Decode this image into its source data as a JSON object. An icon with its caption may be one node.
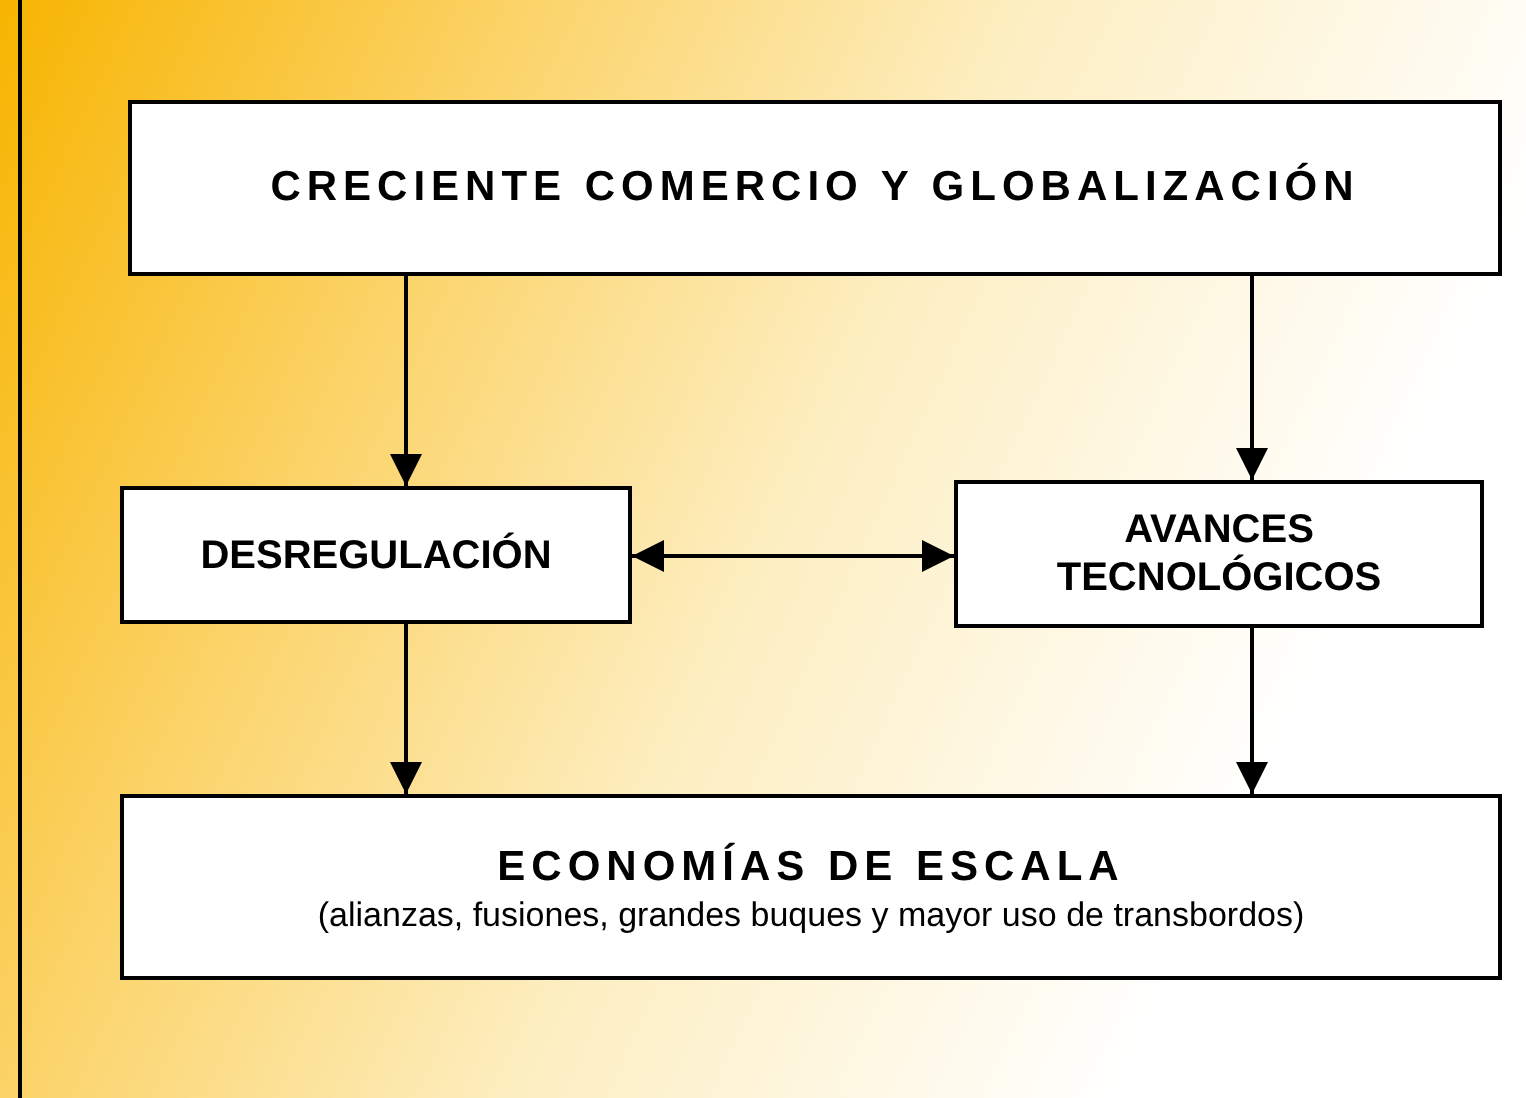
{
  "diagram": {
    "nodes": [
      {
        "text": [
          "CRECIENTE COMERCIO Y GLOBALIZACIÓN"
        ]
      },
      {
        "text": [
          "DESREGULACIÓN"
        ]
      },
      {
        "text": [
          "AVANCES TECNOLÓGICOS"
        ]
      },
      {
        "text": [
          "ECONOMÍAS DE ESCALA",
          "(alianzas, fusiones, grandes buques y mayor uso de transbordos)"
        ]
      }
    ],
    "edges": [
      {
        "from": 0,
        "to": 1,
        "arrow": "to"
      },
      {
        "from": 0,
        "to": 2,
        "arrow": "to"
      },
      {
        "from": 1,
        "to": 2,
        "arrow": "both"
      },
      {
        "from": 1,
        "to": 3,
        "arrow": "to"
      },
      {
        "from": 2,
        "to": 3,
        "arrow": "to"
      }
    ]
  }
}
